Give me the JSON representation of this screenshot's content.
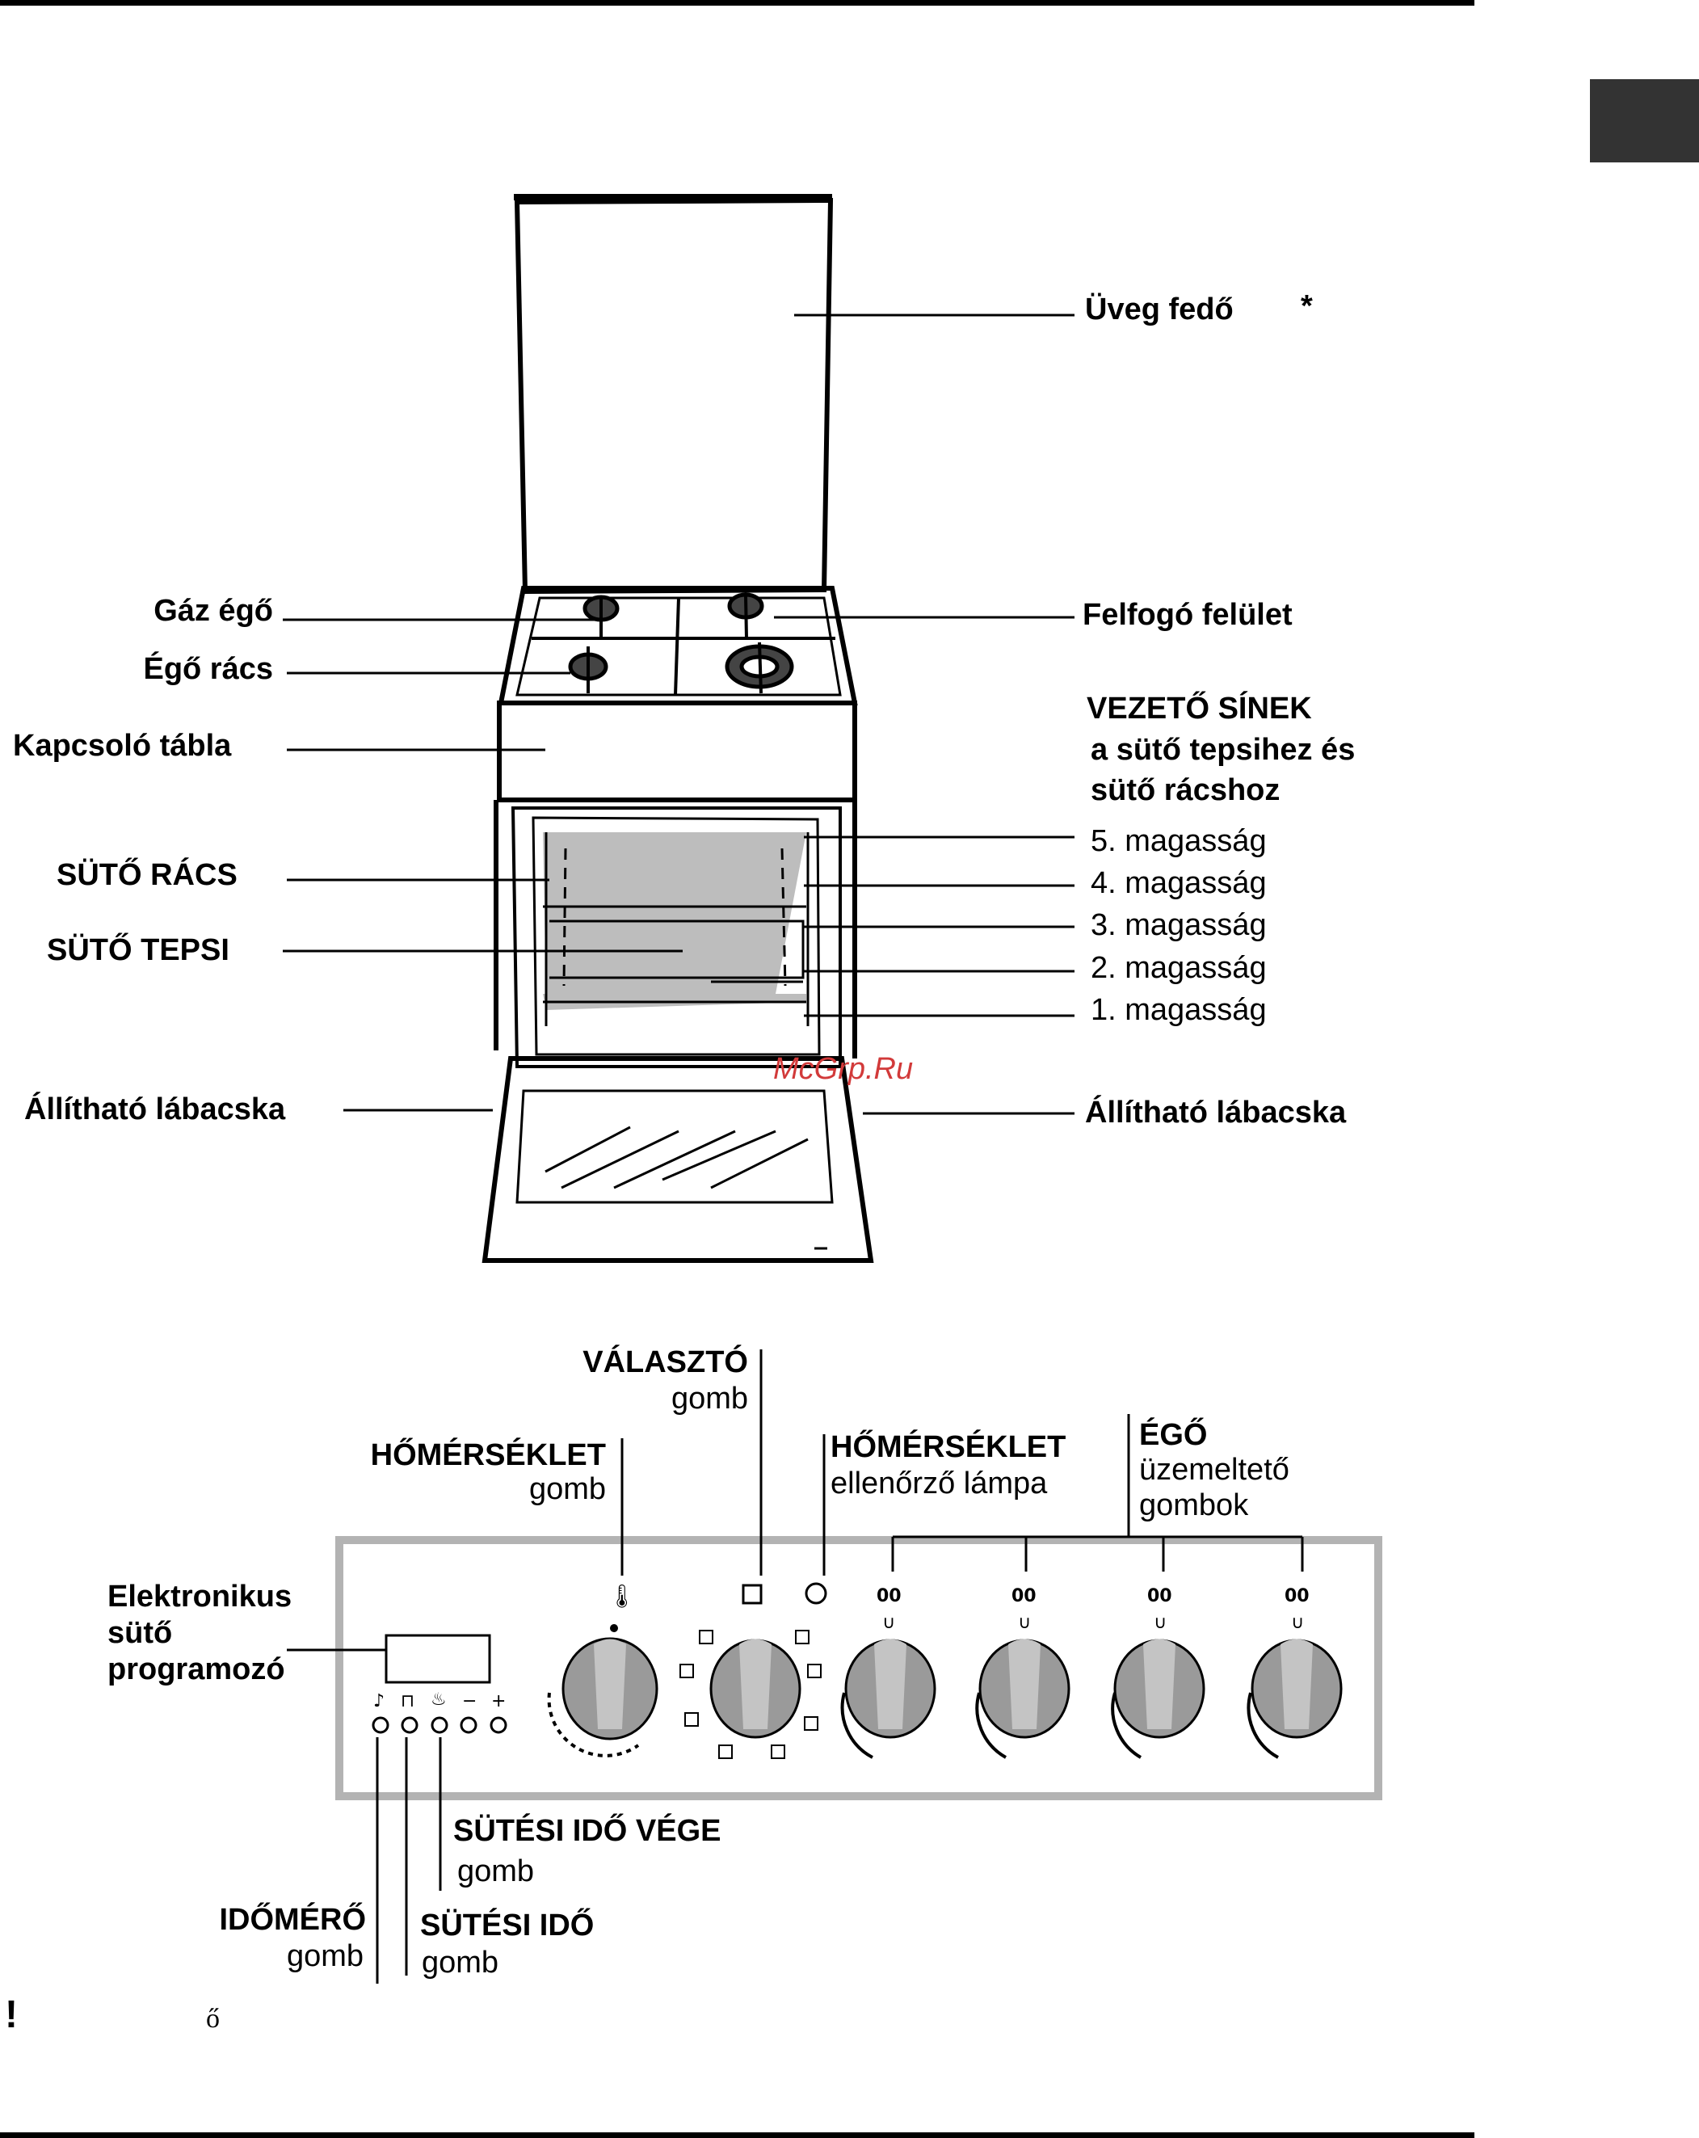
{
  "stove_labels": {
    "glass_lid": "Üveg fedő",
    "asterisk": "*",
    "gas_burner": "Gáz égő",
    "burner_grate": "Égő rács",
    "control_panel": "Kapcsoló tábla",
    "spill_surface": "Felfogó felület",
    "guide_rails_title": "VEZETŐ SÍNEK",
    "guide_rails_line2": "a sütő tepsihez és",
    "guide_rails_line3": "sütő rácshoz",
    "level_5": "5. magasság",
    "level_4": "4. magasság",
    "level_3": "3. magasság",
    "level_2": "2. magasság",
    "level_1": "1. magasság",
    "oven_rack": "SÜTŐ RÁCS",
    "oven_tray": "SÜTŐ TEPSI",
    "adjustable_foot_left": "Állítható lábacska",
    "adjustable_foot_right": "Állítható lábacska"
  },
  "watermark": "McGrp.Ru",
  "panel_labels": {
    "selector_title": "VÁLASZTÓ",
    "selector_sub": "gomb",
    "thermostat_title": "HŐMÉRSÉKLET",
    "thermostat_sub": "gomb",
    "thermo_lamp_title": "HŐMÉRSÉKLET",
    "thermo_lamp_sub": "ellenőrző lámpa",
    "burner_title": "ÉGŐ",
    "burner_sub1": "üzemeltető",
    "burner_sub2": "gombok",
    "programmer_line1": "Elektronikus",
    "programmer_line2": "sütő",
    "programmer_line3": "programozó",
    "end_time_title": "SÜTÉSI IDŐ VÉGE",
    "end_time_sub": "gomb",
    "timer_title": "IDŐMÉRŐ",
    "timer_sub": "gomb",
    "cook_time_title": "SÜTÉSI IDŐ",
    "cook_time_sub": "gomb"
  },
  "footer": {
    "warning_mark": "!",
    "stray_char": "ő"
  },
  "icons": [
    "thermometer-icon",
    "selector-square-icon",
    "lamp-circle-icon",
    "burner-dual-icon",
    "bell-icon",
    "pan-icon",
    "steam-icon",
    "minus-icon",
    "plus-icon"
  ]
}
